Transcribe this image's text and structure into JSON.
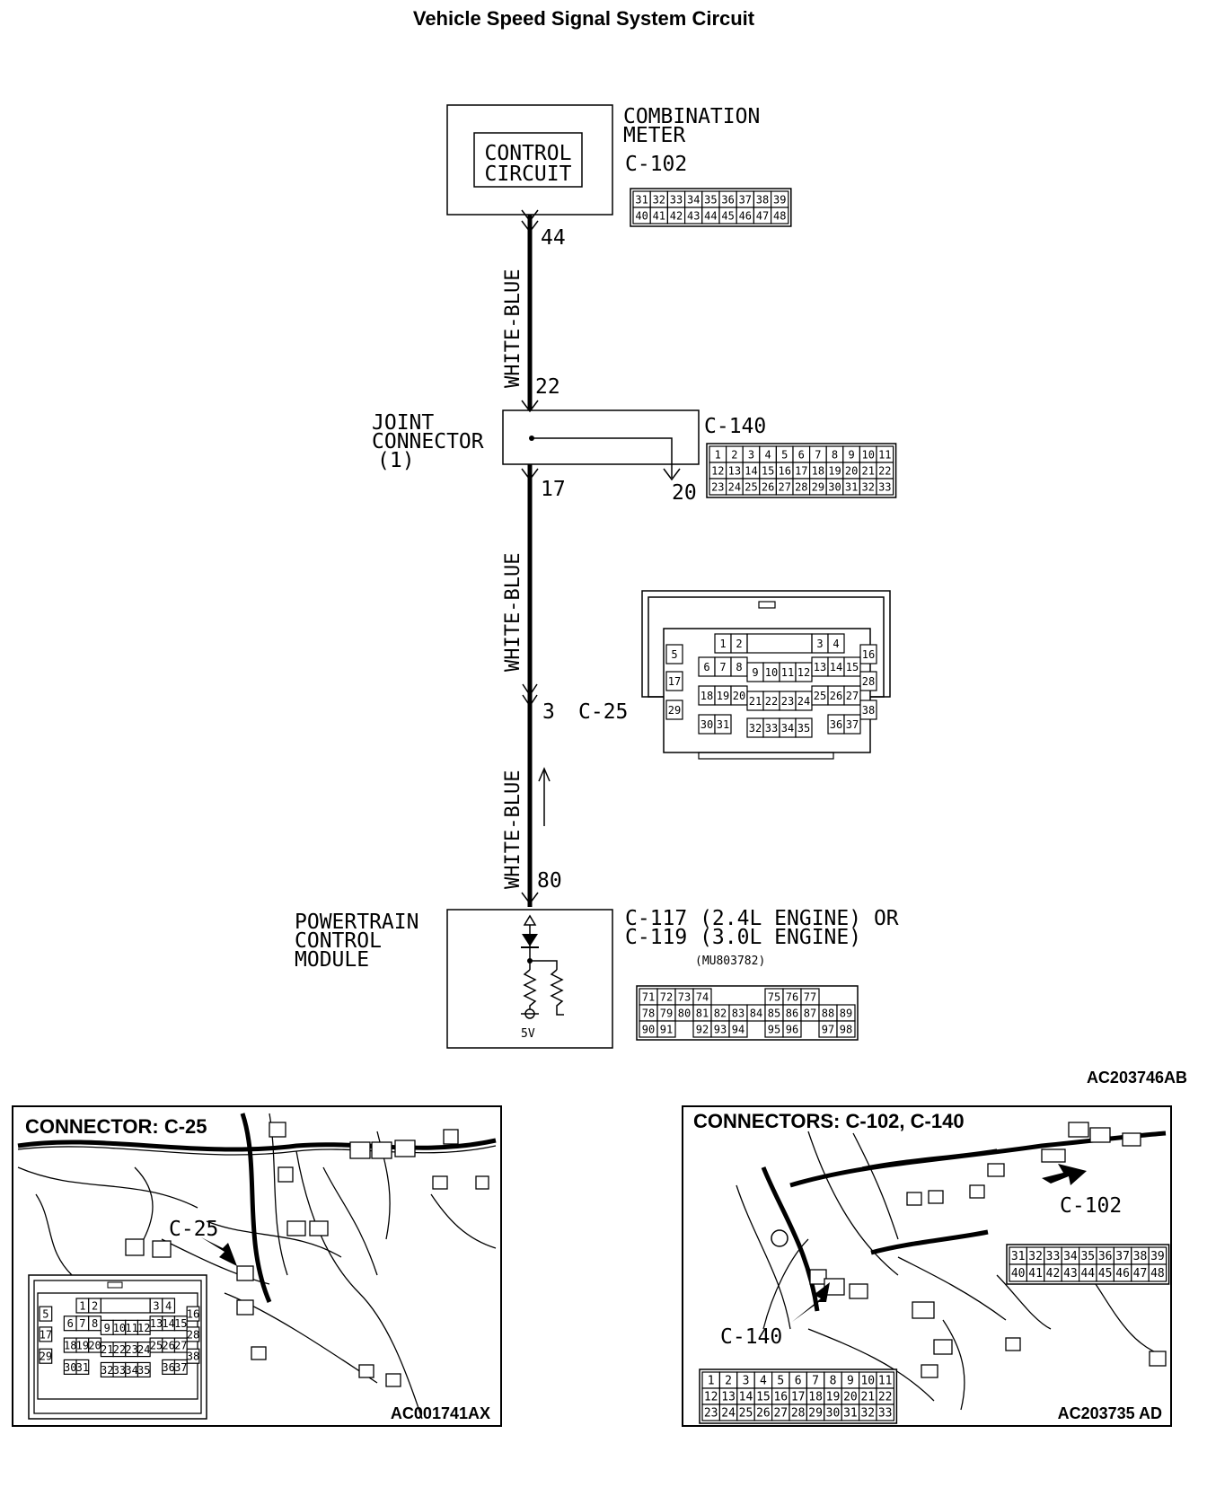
{
  "title": "Vehicle Speed Signal System Circuit",
  "components": {
    "combination_meter": {
      "name_line1": "COMBINATION",
      "name_line2": "METER",
      "connector": "C-102",
      "inner_line1": "CONTROL",
      "inner_line2": "CIRCUIT"
    },
    "joint_connector": {
      "name_line1": "JOINT",
      "name_line2": "CONNECTOR",
      "name_line3": "(1)",
      "connector": "C-140"
    },
    "c25": {
      "connector": "C-25"
    },
    "pcm": {
      "name_line1": "POWERTRAIN",
      "name_line2": "CONTROL",
      "name_line3": "MODULE",
      "conn_line1": "C-117 (2.4L ENGINE) OR",
      "conn_line2": "C-119 (3.0L ENGINE)",
      "part_no": "(MU803782)",
      "voltage": "5V"
    }
  },
  "wires": {
    "color_top": "WHITE-BLUE",
    "color_mid": "WHITE-BLUE",
    "color_bottom": "WHITE-BLUE"
  },
  "pins": {
    "meter_out": "44",
    "joint_in": "22",
    "joint_out": "17",
    "joint_branch": "20",
    "c25_pin": "3",
    "pcm_pin": "80"
  },
  "pinouts": {
    "c102_row1": [
      "31",
      "32",
      "33",
      "34",
      "35",
      "36",
      "37",
      "38",
      "39"
    ],
    "c102_row2": [
      "40",
      "41",
      "42",
      "43",
      "44",
      "45",
      "46",
      "47",
      "48"
    ],
    "c140_row1": [
      "1",
      "2",
      "3",
      "4",
      "5",
      "6",
      "7",
      "8",
      "9",
      "10",
      "11"
    ],
    "c140_row2": [
      "12",
      "13",
      "14",
      "15",
      "16",
      "17",
      "18",
      "19",
      "20",
      "21",
      "22"
    ],
    "c140_row3": [
      "23",
      "24",
      "25",
      "26",
      "27",
      "28",
      "29",
      "30",
      "31",
      "32",
      "33"
    ],
    "pcm_row1": [
      "71",
      "72",
      "73",
      "74",
      "",
      "",
      "",
      "75",
      "76",
      "77"
    ],
    "pcm_row2": [
      "78",
      "79",
      "80",
      "81",
      "82",
      "83",
      "84",
      "85",
      "86",
      "87",
      "88",
      "89"
    ],
    "pcm_row3": [
      "90",
      "91",
      "",
      "92",
      "93",
      "94",
      "",
      "95",
      "96",
      "",
      "97",
      "98"
    ],
    "c25_cells": [
      "1",
      "2",
      "3",
      "4",
      "5",
      "16",
      "6",
      "7",
      "8",
      "9",
      "10",
      "11",
      "12",
      "13",
      "14",
      "15",
      "17",
      "28",
      "18",
      "19",
      "20",
      "21",
      "22",
      "23",
      "24",
      "25",
      "26",
      "27",
      "29",
      "38",
      "30",
      "31",
      "32",
      "33",
      "34",
      "35",
      "36",
      "37"
    ]
  },
  "codes": {
    "main": "AC203746AB",
    "photo_left": "AC001741AX",
    "photo_right": "AC203735 AD"
  },
  "photos": {
    "left_title": "CONNECTOR: C-25",
    "left_callout": "C-25",
    "right_title": "CONNECTORS: C-102, C-140",
    "right_callout_top": "C-102",
    "right_callout_bottom": "C-140"
  }
}
